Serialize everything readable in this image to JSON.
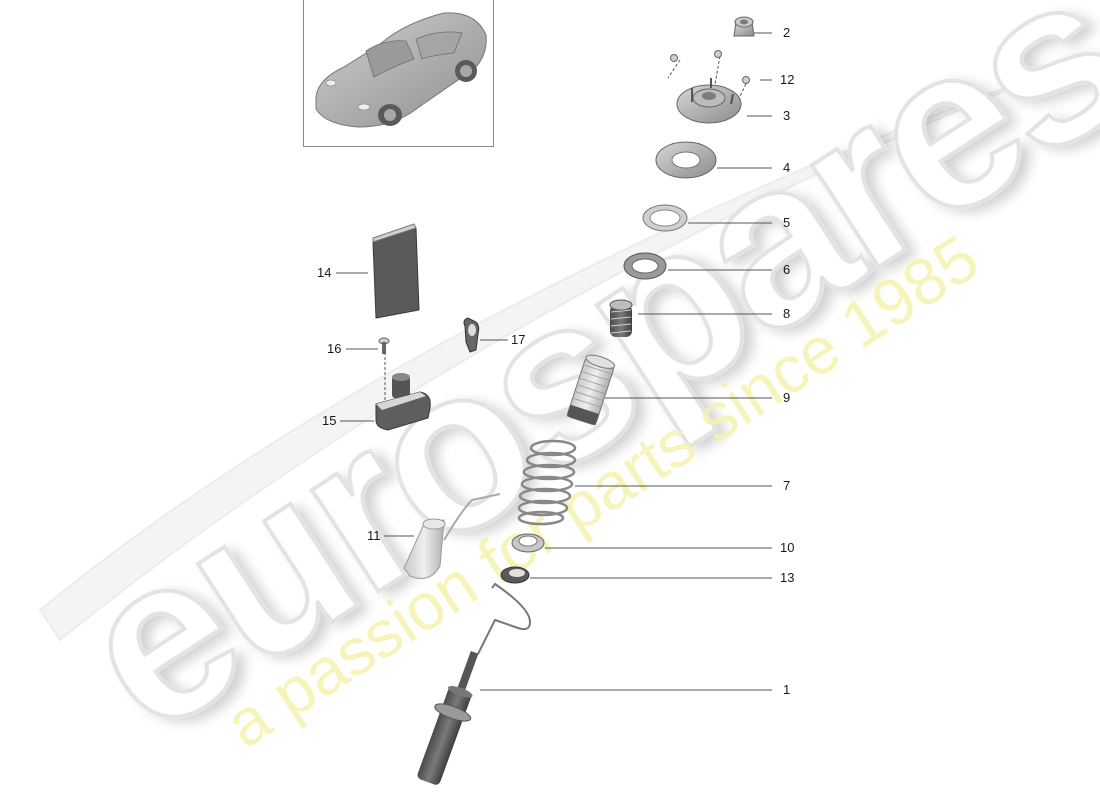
{
  "diagram": {
    "subject": "Front suspension strut assembly - exploded parts view",
    "overview_image": "car-thumbnail-icon",
    "watermark": {
      "brand": "eurospares",
      "tagline": "a passion for parts since 1985",
      "brand_color": "#e6e6e6",
      "tagline_color": "#f5f3a8"
    },
    "line_color": "#555555",
    "label_color": "#1a1a1a",
    "callouts": [
      {
        "id": "2",
        "label": "2"
      },
      {
        "id": "12",
        "label": "12"
      },
      {
        "id": "3",
        "label": "3"
      },
      {
        "id": "4",
        "label": "4"
      },
      {
        "id": "5",
        "label": "5"
      },
      {
        "id": "6",
        "label": "6"
      },
      {
        "id": "8",
        "label": "8"
      },
      {
        "id": "9",
        "label": "9"
      },
      {
        "id": "7",
        "label": "7"
      },
      {
        "id": "10",
        "label": "10"
      },
      {
        "id": "13",
        "label": "13"
      },
      {
        "id": "1",
        "label": "1"
      },
      {
        "id": "14",
        "label": "14"
      },
      {
        "id": "16",
        "label": "16"
      },
      {
        "id": "17",
        "label": "17"
      },
      {
        "id": "15",
        "label": "15"
      },
      {
        "id": "11",
        "label": "11"
      }
    ],
    "parts": [
      {
        "callout": "1",
        "name": "shock-absorber-strut"
      },
      {
        "callout": "2",
        "name": "top-nut"
      },
      {
        "callout": "3",
        "name": "strut-top-mount"
      },
      {
        "callout": "4",
        "name": "bearing-plate"
      },
      {
        "callout": "5",
        "name": "spring-washer"
      },
      {
        "callout": "6",
        "name": "spring-seat-ring"
      },
      {
        "callout": "7",
        "name": "coil-spring"
      },
      {
        "callout": "8",
        "name": "bump-stop"
      },
      {
        "callout": "9",
        "name": "protective-boot"
      },
      {
        "callout": "10",
        "name": "lower-spring-seat"
      },
      {
        "callout": "11",
        "name": "sensor-sleeve"
      },
      {
        "callout": "12",
        "name": "mount-nuts"
      },
      {
        "callout": "13",
        "name": "adjusting-ring"
      },
      {
        "callout": "14",
        "name": "control-unit"
      },
      {
        "callout": "15",
        "name": "sensor-module"
      },
      {
        "callout": "16",
        "name": "screw"
      },
      {
        "callout": "17",
        "name": "cable-clip"
      }
    ]
  }
}
